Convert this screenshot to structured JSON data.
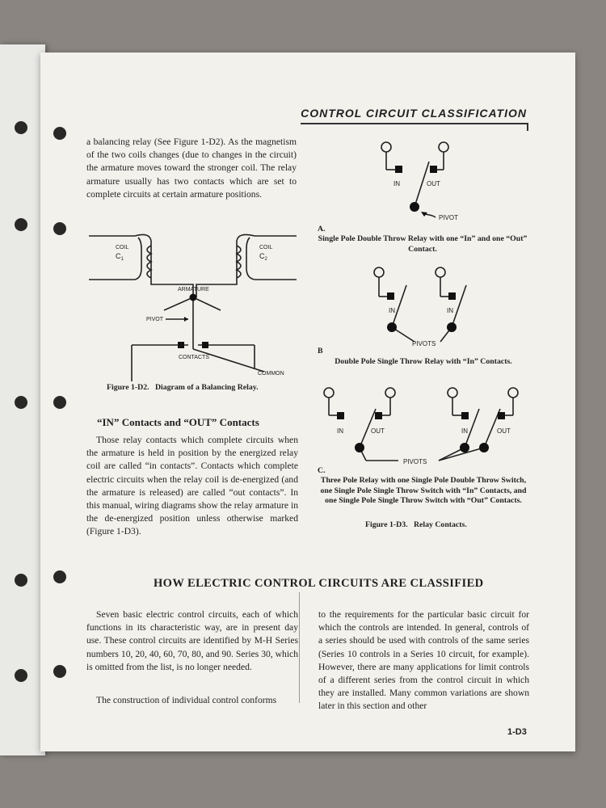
{
  "header": {
    "title": "CONTROL CIRCUIT CLASSIFICATION"
  },
  "intro": {
    "text": "a balancing relay (See Figure 1-D2). As the magnetism of the two coils changes (due to changes in the circuit) the armature moves toward the stronger coil. The relay armature usually has two contacts which are set to complete circuits at certain armature positions."
  },
  "fig_d2": {
    "labels": {
      "coil_left": "COIL",
      "c1": "C",
      "c1_sub": "1",
      "coil_right": "COIL",
      "c2": "C",
      "c2_sub": "2",
      "armature": "ARMATURE",
      "pivot": "PIVOT",
      "contacts": "CONTACTS",
      "common": "COMMON"
    },
    "caption": "Figure 1-D2.   Diagram of a Balancing Relay."
  },
  "section_in_out": {
    "title": "“IN” Contacts and “OUT” Contacts",
    "text": "Those relay contacts which complete circuits when the armature is held in position by the energized relay coil are called “in contacts”. Contacts which complete electric circuits when the relay coil is de-energized (and the armature is released) are called “out contacts”. In this manual, wiring diagrams show the relay armature in the de-energized position unless otherwise marked (Figure 1-D3)."
  },
  "fig_d3": {
    "a": {
      "in": "IN",
      "out": "OUT",
      "pivot": "PIVOT",
      "letter": "A.",
      "caption": "Single Pole Double Throw Relay with one “In” and one “Out” Contact."
    },
    "b": {
      "in1": "IN",
      "in2": "IN",
      "pivots": "PIVOTS",
      "letter": "B",
      "caption": "Double Pole Single Throw Relay with “In” Contacts."
    },
    "c": {
      "in1": "IN",
      "out1": "OUT",
      "in2": "IN",
      "out2": "OUT",
      "pivots": "PIVOTS",
      "letter": "C.",
      "caption": "Three Pole Relay with one Single Pole Double Throw Switch, one Single Pole Single Throw Switch with “In” Contacts, and one Single Pole Single Throw Switch with “Out” Contacts."
    },
    "caption": "Figure 1-D3.   Relay Contacts."
  },
  "classified": {
    "title": "HOW ELECTRIC CONTROL CIRCUITS ARE CLASSIFIED",
    "left_p1": "Seven basic electric control circuits, each of which functions in its characteristic way, are in present day use. These control circuits are identified by M-H Series numbers 10, 20, 40, 60, 70, 80, and 90. Series 30, which is omitted from the list, is no longer needed.",
    "left_p2": "The construction of individual control conforms",
    "right_p1": "to the requirements for the particular basic circuit for which the controls are intended. In general, controls of a series should be used with controls of the same series (Series 10 controls in a Series 10 circuit, for example). However, there are many applications for limit controls of a different series from the control circuit in which they are installed. Many common variations are shown later in this section and other"
  },
  "page_number": "1-D3"
}
